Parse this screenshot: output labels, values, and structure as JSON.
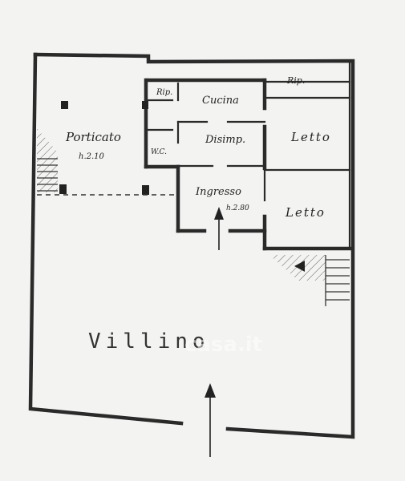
{
  "rooms": {
    "portico": {
      "name": "Porticato",
      "height": "h.2.10"
    },
    "kitchen": {
      "name": "Cucina"
    },
    "storage_small": {
      "name": "Rip."
    },
    "storage_top": {
      "name": "Rip."
    },
    "wc": {
      "name": "W.C."
    },
    "hallway": {
      "name": "Disimp."
    },
    "bedroom_1": {
      "name": "Letto"
    },
    "bedroom_2": {
      "name": "Letto"
    },
    "entrance": {
      "name": "Ingresso",
      "height": "h.2.80"
    }
  },
  "garden": {
    "name": "Villino"
  },
  "watermark": "casa.it",
  "colors": {
    "paper": "#f3f3f1",
    "ink": "#2a2a2a"
  }
}
